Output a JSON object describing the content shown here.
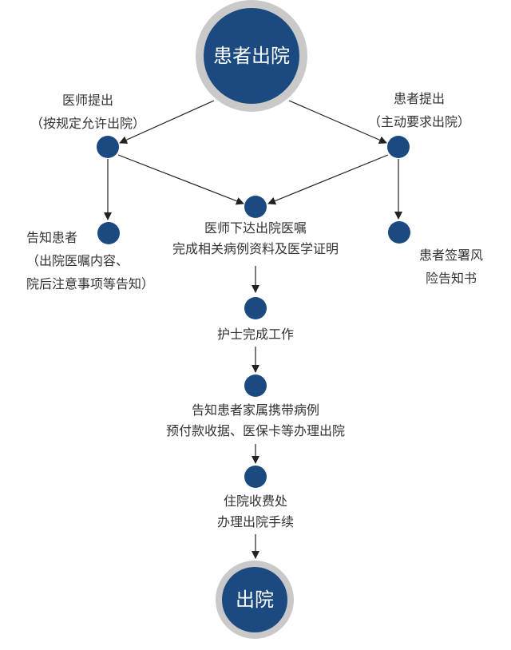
{
  "start": {
    "label": "患者出院"
  },
  "end": {
    "label": "出院"
  },
  "doctor_proposal": {
    "line1": "医师提出",
    "line2": "（按规定允许出院）"
  },
  "patient_proposal": {
    "line1": "患者提出",
    "line2": "（主动要求出院）"
  },
  "inform_patient": {
    "line1": "告知患者",
    "line2": "（出院医嘱内容、",
    "line3": "院后注意事项等告知）"
  },
  "patient_sign": {
    "line1": "患者签署风",
    "line2": "险告知书"
  },
  "doctor_order": {
    "line1": "医师下达出院医嘱",
    "line2": "完成相关病例资料及医学证明"
  },
  "nurse_work": {
    "line1": "护士完成工作"
  },
  "family_inform": {
    "line1": "告知患者家属携带病例",
    "line2": "预付款收据、医保卡等办理出院"
  },
  "cashier": {
    "line1": "住院收费处",
    "line2": "办理出院手续"
  },
  "colors": {
    "node": "#1a4a80",
    "ring": "#c9c9c9",
    "arrow": "#222222",
    "text": "#333333"
  }
}
